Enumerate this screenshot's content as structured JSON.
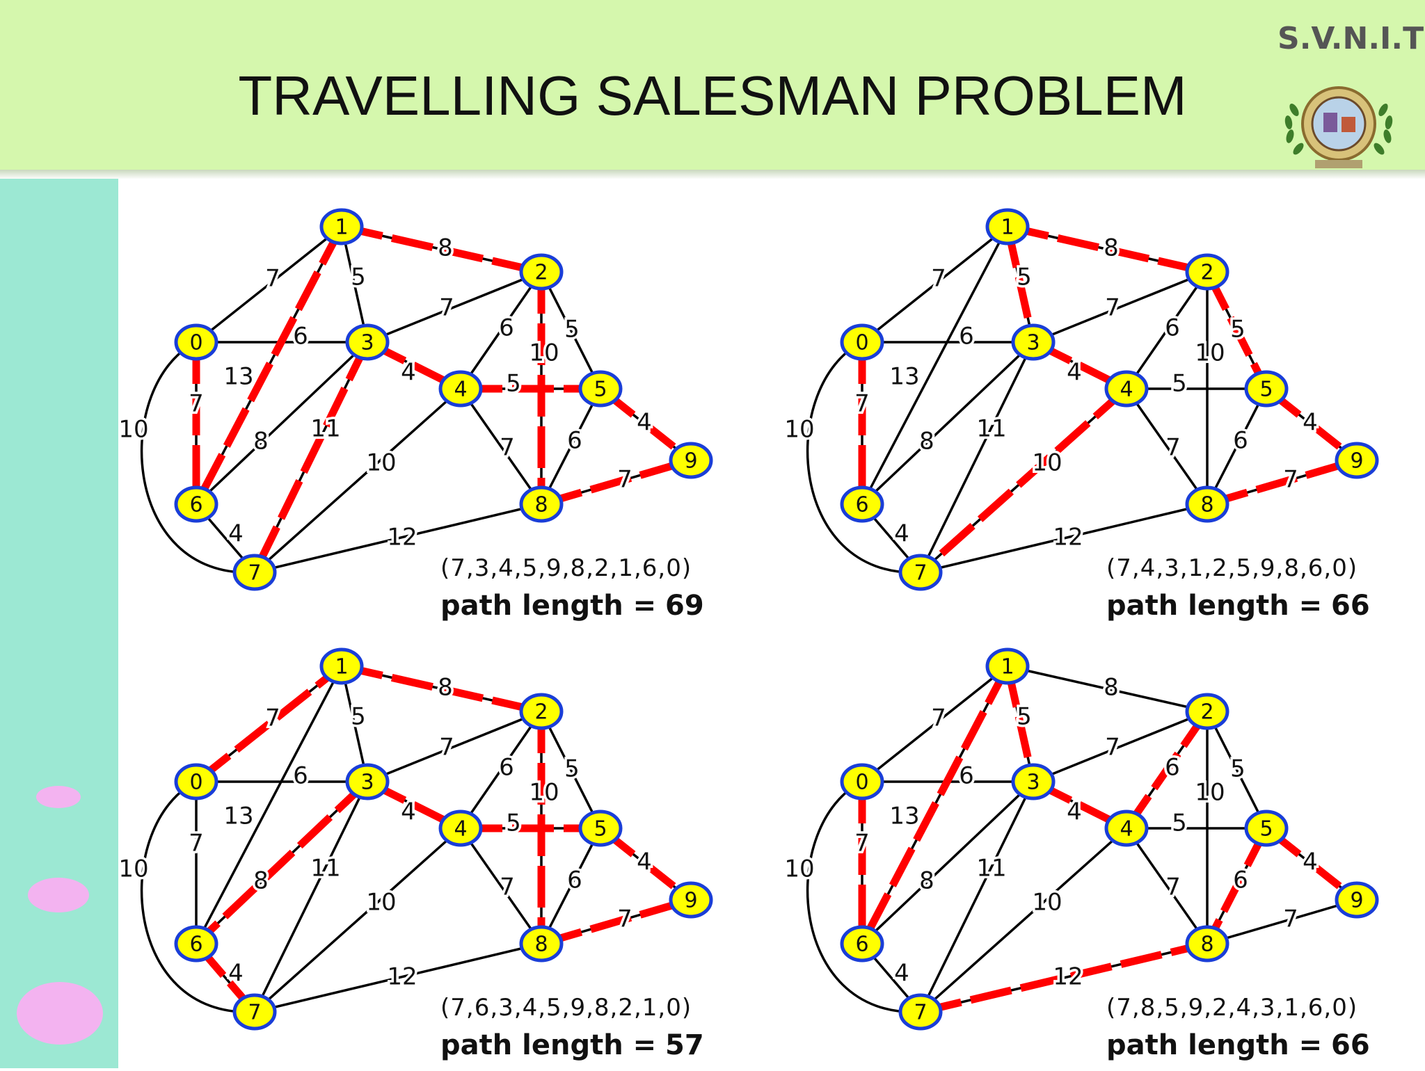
{
  "slide": {
    "title": "TRAVELLING SALESMAN PROBLEM",
    "brand": "S.V.N.I.T"
  },
  "colors": {
    "header_bg": "#d5f7ad",
    "side_strip": "#9ce8d3",
    "node_fill": "#ffff00",
    "node_border": "#1a3ed8",
    "tour_edge": "#ff0000",
    "graph_edge": "#000000"
  },
  "graph": {
    "nodes": [
      "0",
      "1",
      "2",
      "3",
      "4",
      "5",
      "6",
      "7",
      "8",
      "9"
    ],
    "edges": [
      {
        "a": "0",
        "b": "1",
        "w": "7"
      },
      {
        "a": "0",
        "b": "3",
        "w": "6"
      },
      {
        "a": "0",
        "b": "6",
        "w": "7"
      },
      {
        "a": "0",
        "b": "7",
        "w": "10"
      },
      {
        "a": "1",
        "b": "2",
        "w": "8"
      },
      {
        "a": "1",
        "b": "3",
        "w": "5"
      },
      {
        "a": "1",
        "b": "6",
        "w": "13"
      },
      {
        "a": "2",
        "b": "3",
        "w": "7"
      },
      {
        "a": "2",
        "b": "4",
        "w": "6"
      },
      {
        "a": "2",
        "b": "5",
        "w": "5"
      },
      {
        "a": "2",
        "b": "8",
        "w": "10"
      },
      {
        "a": "3",
        "b": "4",
        "w": "4"
      },
      {
        "a": "3",
        "b": "6",
        "w": "8"
      },
      {
        "a": "3",
        "b": "7",
        "w": "11"
      },
      {
        "a": "4",
        "b": "5",
        "w": "5"
      },
      {
        "a": "4",
        "b": "7",
        "w": "10"
      },
      {
        "a": "4",
        "b": "8",
        "w": "7"
      },
      {
        "a": "5",
        "b": "8",
        "w": "6"
      },
      {
        "a": "5",
        "b": "9",
        "w": "4"
      },
      {
        "a": "6",
        "b": "7",
        "w": "4"
      },
      {
        "a": "7",
        "b": "8",
        "w": "12"
      },
      {
        "a": "8",
        "b": "9",
        "w": "7"
      }
    ]
  },
  "panels": [
    {
      "tour": [
        "7",
        "3",
        "4",
        "5",
        "9",
        "8",
        "2",
        "1",
        "6",
        "0"
      ],
      "tour_text": "(7,3,4,5,9,8,2,1,6,0)",
      "length_label": "path length =",
      "length_value": "69"
    },
    {
      "tour": [
        "7",
        "4",
        "3",
        "1",
        "2",
        "5",
        "9",
        "8",
        "6",
        "0"
      ],
      "tour_text": "(7,4,3,1,2,5,9,8,6,0)",
      "length_label": "path length =",
      "length_value": "66"
    },
    {
      "tour": [
        "7",
        "6",
        "3",
        "4",
        "5",
        "9",
        "8",
        "2",
        "1",
        "0"
      ],
      "tour_text": "(7,6,3,4,5,9,8,2,1,0)",
      "length_label": "path length =",
      "length_value": "57"
    },
    {
      "tour": [
        "7",
        "8",
        "5",
        "9",
        "2",
        "4",
        "3",
        "1",
        "6",
        "0"
      ],
      "tour_text": "(7,8,5,9,2,4,3,1,6,0)",
      "length_label": "path length =",
      "length_value": "66"
    }
  ]
}
